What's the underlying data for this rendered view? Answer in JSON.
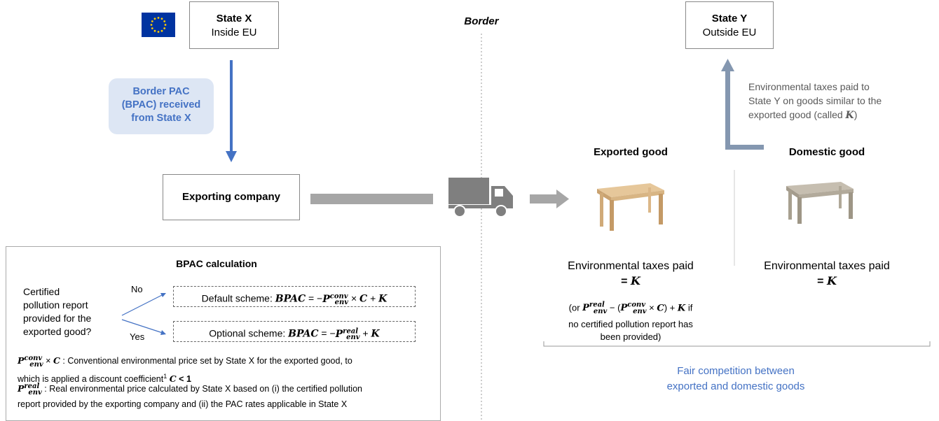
{
  "border_label": "Border",
  "state_x": {
    "title": "State X",
    "subtitle": "Inside EU"
  },
  "state_y": {
    "title": "State Y",
    "subtitle": "Outside EU"
  },
  "bpac_received": {
    "line1": "Border PAC",
    "line2": "(BPAC) received",
    "line3": "from State X"
  },
  "exporting_company": "Exporting company",
  "env_taxes_note": {
    "line1": "Environmental taxes paid to",
    "line2": "State Y on goods similar to the",
    "line3": "exported good (called ",
    "symbol": "K",
    "line3_end": ")"
  },
  "exported_good": {
    "title": "Exported good",
    "taxes": "Environmental taxes paid",
    "equals": "= ",
    "symbol": "K",
    "note_prefix": "(or ",
    "note_suffix": " if",
    "note_line2": "no certified pollution report has",
    "note_line3": "been provided)"
  },
  "domestic_good": {
    "title": "Domestic good",
    "taxes": "Environmental taxes paid",
    "equals": "= ",
    "symbol": "K"
  },
  "fair_competition": {
    "line1": "Fair competition between",
    "line2": "exported and domestic goods"
  },
  "bpac_calc": {
    "title": "BPAC calculation",
    "question": [
      "Certified",
      "pollution report",
      "provided for the",
      "exported good?"
    ],
    "no_label": "No",
    "yes_label": "Yes",
    "default_scheme": "Default scheme: ",
    "optional_scheme": "Optional scheme: ",
    "def_conv": " : Conventional environmental price set by State X for the exported good, to",
    "def_conv2": "which is applied a discount coefficient",
    "def_conv_sup": "1",
    "def_real": " : Real environmental price calculated by State X based on (i) the certified pollution",
    "def_real2": "report provided by the exporting company and (ii) the PAC rates applicable in State X"
  },
  "colors": {
    "blue_arrow": "#4472c4",
    "blue_text": "#4472c4",
    "bpac_bg": "#dde6f4",
    "grey_arrow": "#a6a6a6",
    "slate_arrow": "#8497b0",
    "eu_flag": "#0033a0",
    "eu_stars": "#ffcc00"
  }
}
